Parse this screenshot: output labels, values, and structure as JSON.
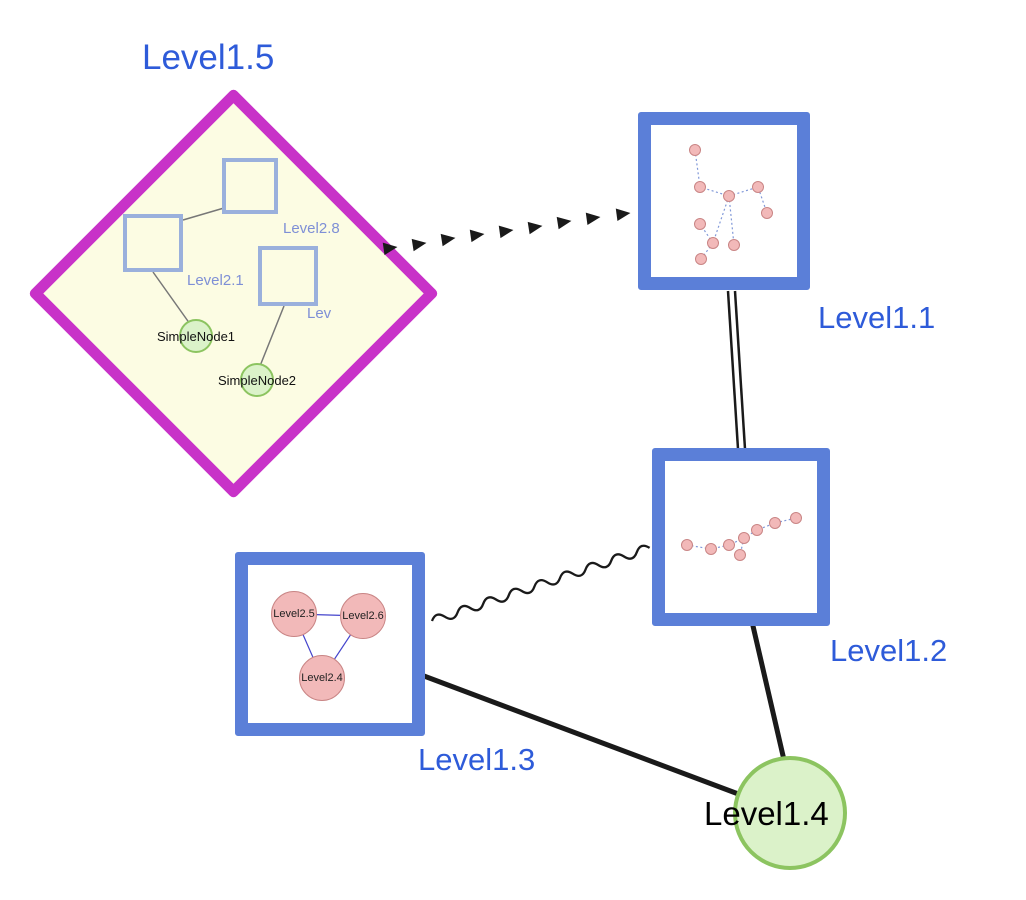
{
  "colors": {
    "canvas-bg": "#ffffff",
    "diamond-border": "#c832c8",
    "diamond-fill": "#fcfce3",
    "box-border": "#5b7fd8",
    "label-blue": "#2e5bd9",
    "inner-square-border": "#9ab0dc",
    "green-fill": "#dbf2c9",
    "green-border": "#8cc460",
    "pink-fill": "#f2b9b9",
    "pink-border": "#c98585",
    "edge-black": "#1a1a1a",
    "inner-edge-blue": "#8098d8",
    "triangle-edge": "#4444cc"
  },
  "nodes": {
    "level15": {
      "label": "Level1.5",
      "children": {
        "square_top": "Level2.8",
        "square_left": "Level2.1",
        "square_right": "Lev",
        "simple1": "SimpleNode1",
        "simple2": "SimpleNode2"
      }
    },
    "level11": {
      "label": "Level1.1"
    },
    "level12": {
      "label": "Level1.2"
    },
    "level13": {
      "label": "Level1.3",
      "children": [
        "Level2.5",
        "Level2.6",
        "Level2.4"
      ]
    },
    "level14": {
      "label": "Level1.4"
    }
  },
  "edges": [
    {
      "from": "Level1.5",
      "to": "Level1.1",
      "style": "dashed-arrow-chain"
    },
    {
      "from": "Level1.1",
      "to": "Level1.2",
      "style": "double-line"
    },
    {
      "from": "Level1.3",
      "to": "Level1.2",
      "style": "wavy"
    },
    {
      "from": "Level1.3",
      "to": "Level1.4",
      "style": "solid-thick"
    },
    {
      "from": "Level1.2",
      "to": "Level1.4",
      "style": "solid-thick"
    }
  ]
}
